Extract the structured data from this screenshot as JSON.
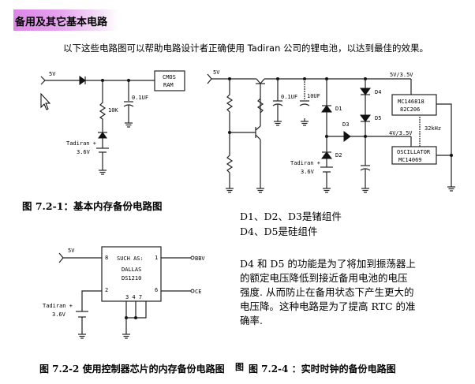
{
  "heading": "备用及其它基本电路",
  "intro": "以下这些电路图可以帮助电路设计者正确使用 Tadiran 公司的锂电池，以达到最佳的效果。",
  "fig1": {
    "caption": "图 7.2-1：基本内存备份电路图",
    "labels": {
      "v5": "5V",
      "ram1": "CMOS",
      "ram2": "RAM",
      "cap": "0.1UF",
      "res": "10K",
      "bat1": "Tadiran +",
      "bat2": "3.6V"
    }
  },
  "fig2": {
    "caption": "图 7.2-2    使用控制器芯片的内存备份电路图",
    "labels": {
      "v5": "5V",
      "such": "SUCH AS:",
      "dallas": "DALLAS",
      "part": "DS1210",
      "p8": "8",
      "p1": "1",
      "p2": "2",
      "p6": "6",
      "p347": "3 4 7",
      "out1": "BBV",
      "out2": "CE",
      "bat1": "Tadiran +",
      "bat2": "3.6V"
    }
  },
  "fig4": {
    "caption_prefix": "图",
    "caption": "图 7.2-4 ：实时时钟的备份电路图",
    "labels": {
      "v5": "5V",
      "c1": "0.1UF",
      "c2": "10UF",
      "d1": "D1",
      "d2": "D2",
      "d3": "D3",
      "d4": "D4",
      "d5": "D5",
      "rail1": "5V/3.5V",
      "rail2": "4V/3.5V",
      "rtc1": "MC146818",
      "rtc2": "82C206",
      "osc1": "OSCILLATOR",
      "osc2": "MC14069",
      "freq": "32kHz",
      "bat1": "Tadiran +",
      "bat2": "3.6V"
    }
  },
  "notes": {
    "line1": "D1、D2、D3是锗组件",
    "line2": "D4、D5是硅组件",
    "para": [
      "D4 和 D5 的功能是为了将加到振荡器上",
      "的额定电压降低到接近备用电池的电压",
      "强度. 从而防止在备用状态下产生更大的",
      "电压降。这种电路是为了提高 RTC 的准",
      "确率."
    ]
  }
}
